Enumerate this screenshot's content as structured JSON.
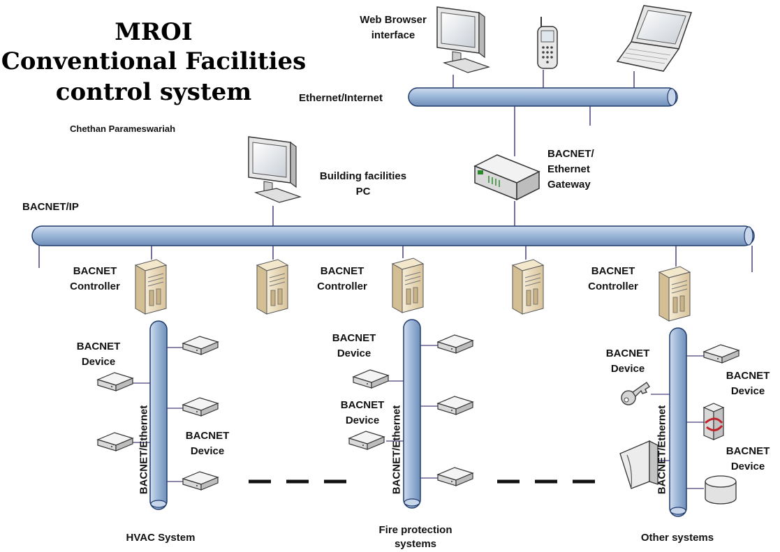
{
  "title": {
    "line1": "MROI",
    "line2": "Conventional Facilities",
    "line3": "control system"
  },
  "author": "Chethan Parameswariah",
  "network_labels": {
    "internet": "Ethernet/Internet",
    "bacnet_ip": "BACNET/IP"
  },
  "nodes": {
    "web_browser": [
      "Web Browser",
      "interface"
    ],
    "gateway": [
      "BACNET/",
      "Ethernet",
      "Gateway"
    ],
    "facilities_pc": [
      "Building facilities",
      "PC"
    ]
  },
  "controllers": {
    "c1": [
      "BACNET",
      "Controller"
    ],
    "c2": [
      "BACNET",
      "Controller"
    ],
    "c3": [
      "BACNET",
      "Controller"
    ]
  },
  "devices": {
    "hvac_a": [
      "BACNET",
      "Device"
    ],
    "hvac_b": [
      "BACNET",
      "Device"
    ],
    "fire_a": [
      "BACNET",
      "Device"
    ],
    "fire_b": [
      "BACNET",
      "Device"
    ],
    "other_a": [
      "BACNET",
      "Device"
    ],
    "other_b": [
      "BACNET",
      "Device"
    ],
    "other_c": [
      "BACNET",
      "Device"
    ]
  },
  "bus_label": "BACNET/Ethernet",
  "systems": {
    "hvac": "HVAC System",
    "fire": [
      "Fire protection",
      "systems"
    ],
    "other": "Other systems"
  },
  "colors": {
    "pipe_fill": "#9db8d9",
    "pipe_stroke": "#1f3a6b",
    "line": "#4a3f7a",
    "server": "#ecdcbc"
  }
}
